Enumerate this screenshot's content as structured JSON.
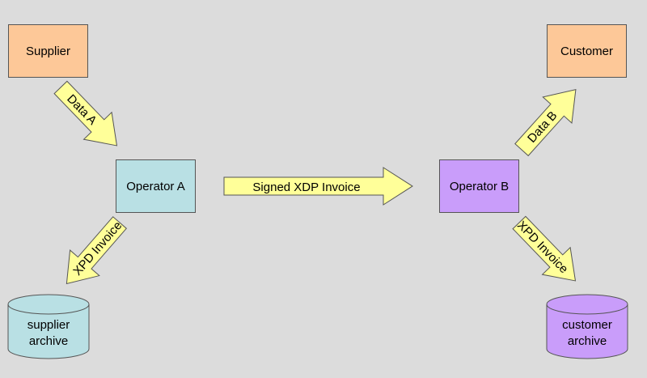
{
  "nodes": {
    "supplier": "Supplier",
    "operator_a": "Operator A",
    "operator_b": "Operator B",
    "customer": "Customer",
    "supplier_archive": [
      "supplier",
      "archive"
    ],
    "customer_archive": [
      "customer",
      "archive"
    ]
  },
  "edges": {
    "data_a": "Data A",
    "xpd_invoice_a": "XPD Invoice",
    "signed_xdp": "Signed XDP Invoice",
    "data_b": "Data B",
    "xpd_invoice_b": "XPD Invoice"
  },
  "colors": {
    "background": "#dcdcdc",
    "supplier": "#fdc898",
    "operator_a": "#b9e0e4",
    "operator_b": "#c99dfa",
    "arrow": "#ffff99"
  }
}
